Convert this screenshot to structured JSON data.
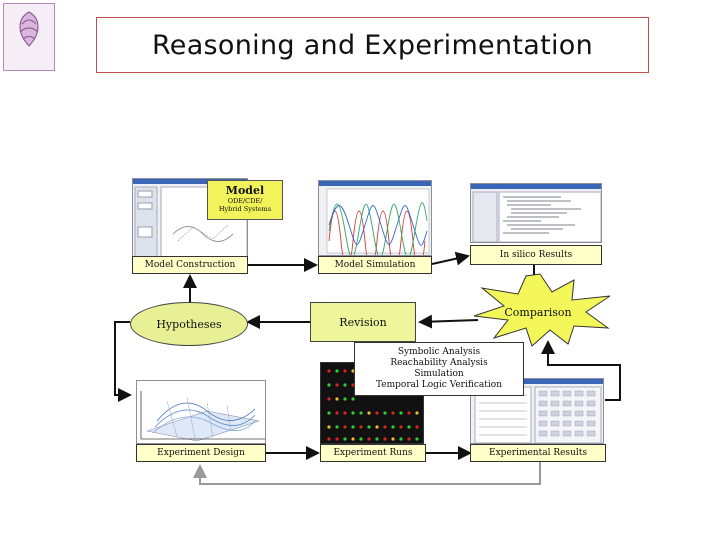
{
  "title": "Reasoning and Experimentation",
  "logo_text": "",
  "model": {
    "title": "Model",
    "line1": "ODE/CDE/",
    "line2": "Hybrid Systems"
  },
  "labels": {
    "model_construction": "Model Construction",
    "model_simulation": "Model Simulation",
    "in_silico_results": "In silico Results",
    "hypotheses": "Hypotheses",
    "revision": "Revision",
    "comparison": "Comparison",
    "experiment_design": "Experiment Design",
    "experiment_runs": "Experiment Runs",
    "experimental_results": "Experimental Results"
  },
  "analysis": [
    "Symbolic Analysis",
    "Reachability Analysis",
    "Simulation",
    "Temporal Logic Verification"
  ],
  "colors": {
    "title_border": "#c0504d",
    "label_fill": "#ffffc8",
    "oval_fill": "#e8f096",
    "star_fill": "#f3f75a",
    "arrow": "#111111",
    "return_line": "#999999"
  }
}
